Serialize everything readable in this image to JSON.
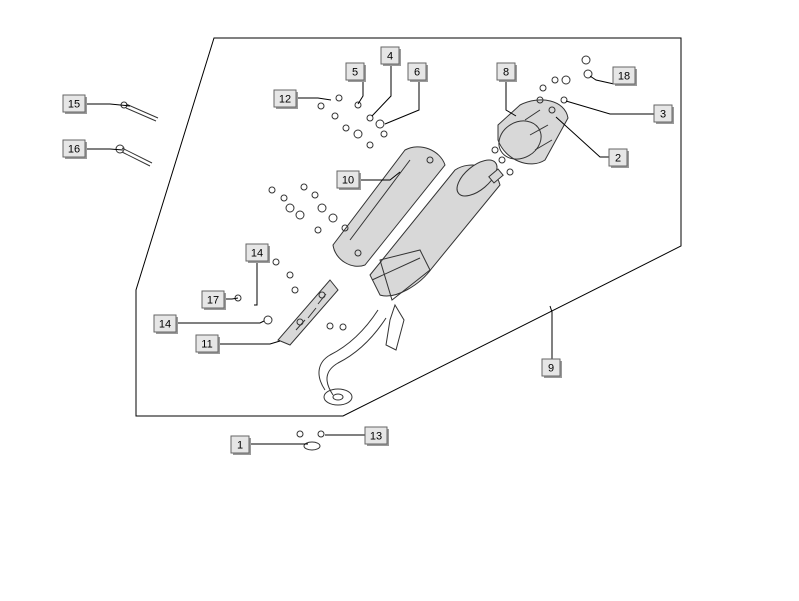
{
  "callouts": [
    {
      "id": "c1",
      "label": "1"
    },
    {
      "id": "c2",
      "label": "2"
    },
    {
      "id": "c3",
      "label": "3"
    },
    {
      "id": "c4",
      "label": "4"
    },
    {
      "id": "c5",
      "label": "5"
    },
    {
      "id": "c6",
      "label": "6"
    },
    {
      "id": "c8",
      "label": "8"
    },
    {
      "id": "c9",
      "label": "9"
    },
    {
      "id": "c10",
      "label": "10"
    },
    {
      "id": "c11",
      "label": "11"
    },
    {
      "id": "c12",
      "label": "12"
    },
    {
      "id": "c13",
      "label": "13"
    },
    {
      "id": "c14a",
      "label": "14"
    },
    {
      "id": "c14b",
      "label": "14"
    },
    {
      "id": "c15",
      "label": "15"
    },
    {
      "id": "c16",
      "label": "16"
    },
    {
      "id": "c17",
      "label": "17"
    },
    {
      "id": "c18",
      "label": "18"
    }
  ],
  "colors": {
    "box_fill": "#e6e6e6",
    "box_shadow": "#9a9a9a",
    "line": "#000000",
    "part_fill": "#d8d8d8"
  }
}
